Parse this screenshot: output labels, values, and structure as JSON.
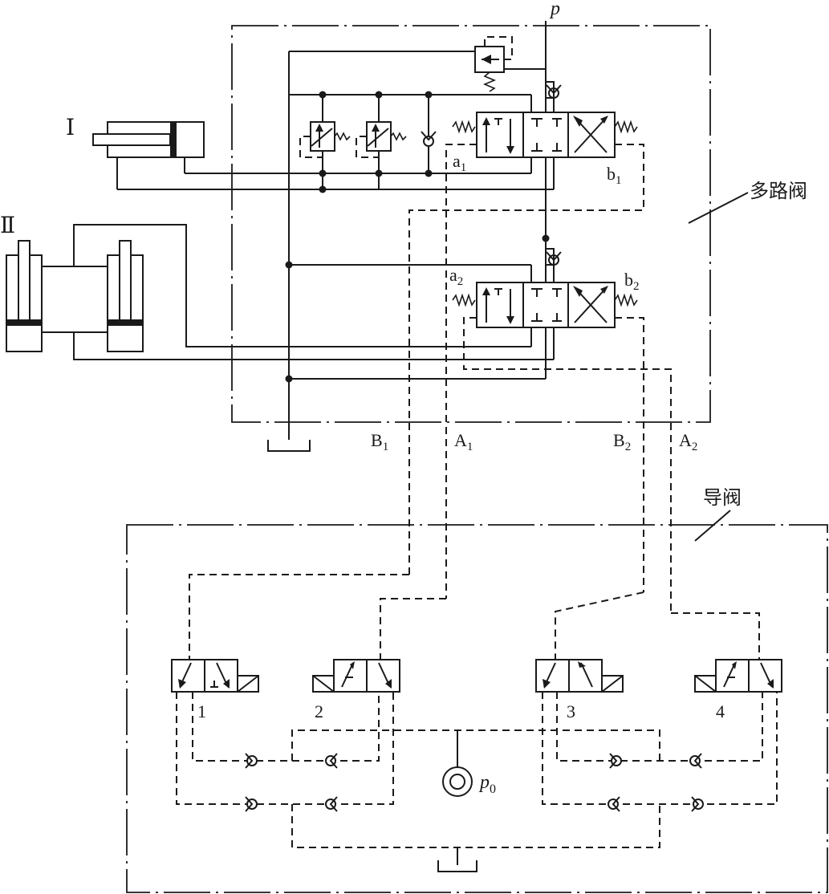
{
  "labels": {
    "pressure_p": "p",
    "cylinder_1": "Ⅰ",
    "cylinder_2": "Ⅱ",
    "port_a1": "a",
    "port_a1_sub": "1",
    "port_b1": "b",
    "port_b1_sub": "1",
    "port_a2": "a",
    "port_a2_sub": "2",
    "port_b2": "b",
    "port_b2_sub": "2",
    "line_B1": "B",
    "line_B1_sub": "1",
    "line_A1": "A",
    "line_A1_sub": "1",
    "line_B2": "B",
    "line_B2_sub": "2",
    "line_A2": "A",
    "line_A2_sub": "2",
    "multiway_valve": "多路阀",
    "pilot_valve": "导阀",
    "valve_1": "1",
    "valve_2": "2",
    "valve_3": "3",
    "valve_4": "4",
    "pilot_pressure": "p",
    "pilot_pressure_sub": "0"
  }
}
